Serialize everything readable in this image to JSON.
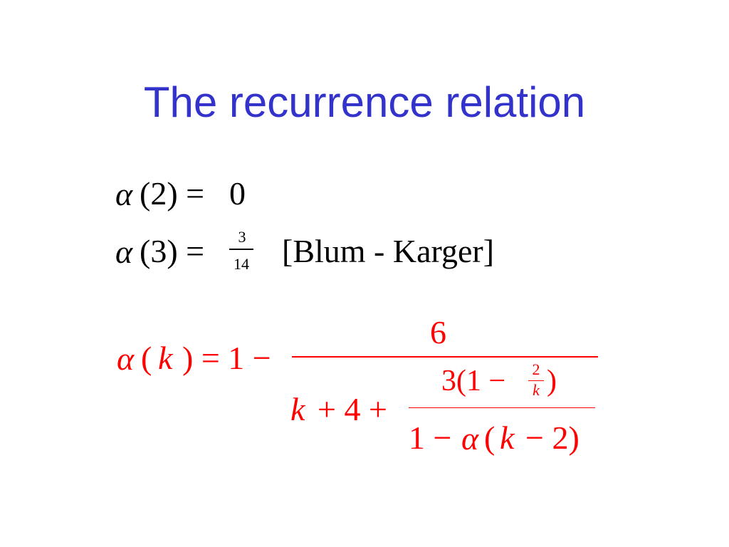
{
  "slide": {
    "title": "The recurrence relation",
    "colors": {
      "title": "#3333cc",
      "base_equations": "#000000",
      "general_formula": "#ff0000"
    }
  },
  "base_case_1": {
    "alpha": "α",
    "lhs": "(2) =",
    "rhs": "0"
  },
  "base_case_2": {
    "alpha": "α",
    "lhs": "(3) =",
    "frac_num": "3",
    "frac_den": "14",
    "citation": "[Blum - Karger]"
  },
  "general_formula": {
    "alpha": "α",
    "open_paren": "(",
    "k": "k",
    "close_eq": ") = 1 −",
    "numerator": "6",
    "den_k": "k",
    "den_plus": "+ 4 +",
    "inner_num_prefix": "3(1 −",
    "inner_num_frac_num": "2",
    "inner_num_frac_den": "k",
    "inner_num_suffix": ")",
    "inner_den_prefix": "1 −",
    "inner_den_alpha": "α",
    "inner_den_open": "(",
    "inner_den_k": "k",
    "inner_den_suffix": "− 2)"
  }
}
